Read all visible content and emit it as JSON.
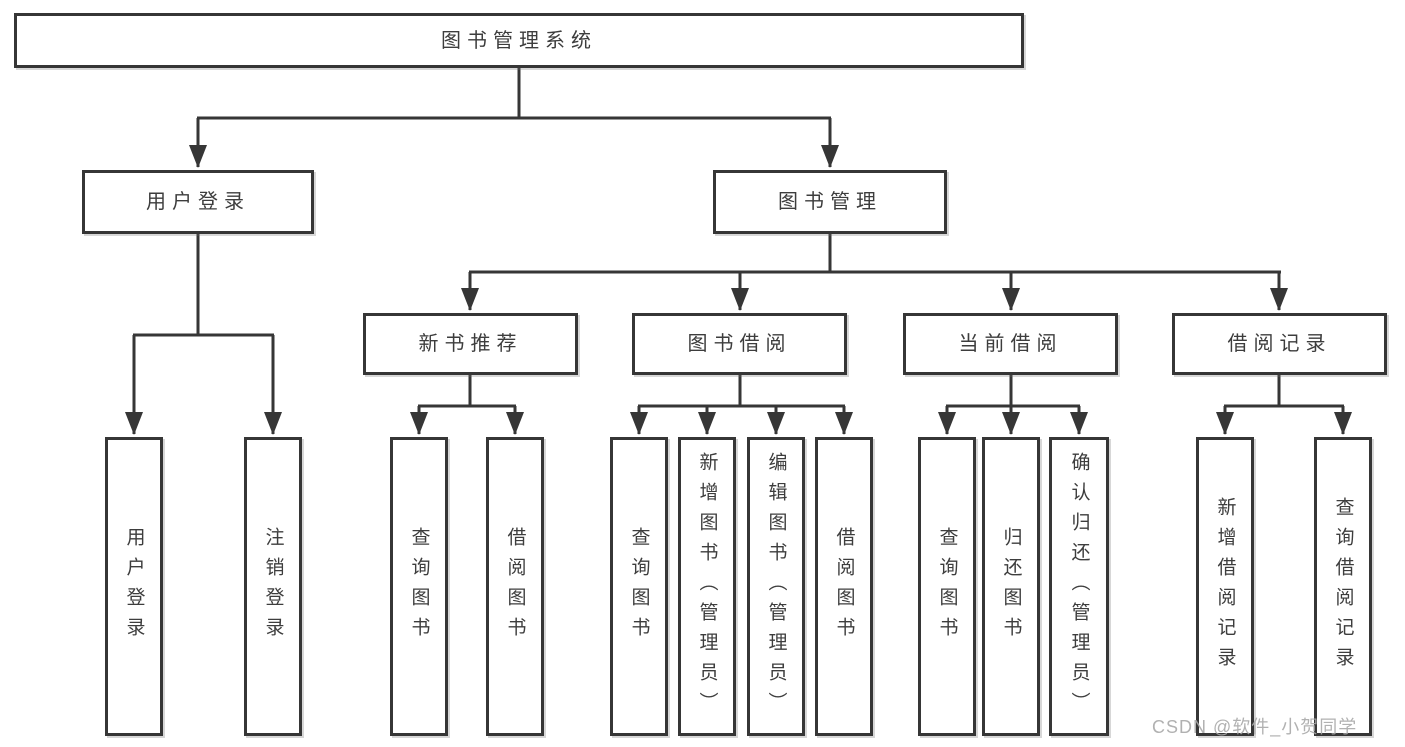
{
  "diagram": {
    "root": "图书管理系统",
    "level2": {
      "user_login": "用户登录",
      "book_management": "图书管理"
    },
    "level3": {
      "new_books": "新书推荐",
      "book_borrow": "图书借阅",
      "current_borrow": "当前借阅",
      "borrow_records": "借阅记录"
    },
    "leaves": {
      "user_login": [
        "用户登录",
        "注销登录"
      ],
      "new_books": [
        "查询图书",
        "借阅图书"
      ],
      "book_borrow": [
        "查询图书",
        "新增图书（管理员）",
        "编辑图书（管理员）",
        "借阅图书"
      ],
      "current_borrow": [
        "查询图书",
        "归还图书",
        "确认归还（管理员）"
      ],
      "borrow_records": [
        "新增借阅记录",
        "查询借阅记录"
      ]
    }
  },
  "watermark": "CSDN @软件_小贺同学",
  "colors": {
    "line": "#363636",
    "text": "#3d3d3d",
    "watermark": "#a8a8a8",
    "background": "#ffffff"
  }
}
